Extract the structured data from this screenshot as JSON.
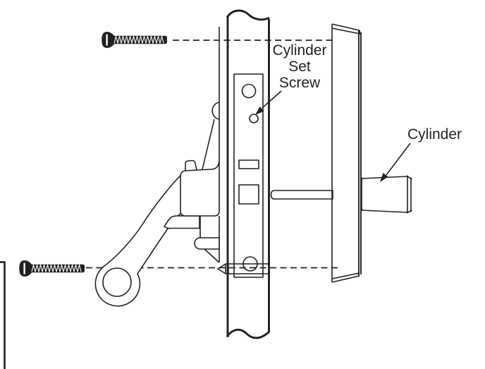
{
  "diagram": {
    "colors": {
      "line": "#231f20",
      "background": "#ffffff"
    },
    "labels": {
      "set_screw": {
        "line1": "Cylinder",
        "line2": "Set",
        "line3": "Screw"
      },
      "cylinder": "Cylinder"
    },
    "parts": [
      "top-mounting-screw",
      "bottom-mounting-screw",
      "door-edge",
      "lock-faceplate",
      "cylinder-set-screw-hole",
      "lever-handle",
      "lever-hub",
      "spindle-bar",
      "escutcheon-plate",
      "cylinder-body",
      "alignment-centerlines",
      "callout-arrows",
      "page-corner-border"
    ]
  }
}
